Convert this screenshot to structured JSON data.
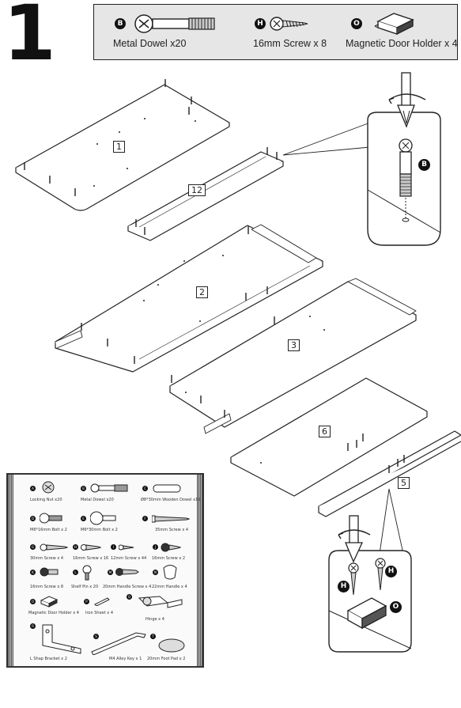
{
  "step": {
    "number": "1"
  },
  "parts_needed": [
    {
      "letter": "B",
      "label": "Metal Dowel x20",
      "icon": "metal-dowel-icon"
    },
    {
      "letter": "H",
      "label": "16mm Screw x 8",
      "icon": "screw-icon"
    },
    {
      "letter": "O",
      "label": "Magnetic Door Holder x 4",
      "icon": "magnetic-holder-icon"
    }
  ],
  "panel_labels": [
    "1",
    "12",
    "2",
    "3",
    "6",
    "5"
  ],
  "detail_labels": {
    "dowel_detail": "B",
    "screw_detail_left": "H",
    "screw_detail_right": "H",
    "holder_detail": "O"
  },
  "hardware_legend": [
    {
      "letter": "A",
      "label": "Locking Nut x20"
    },
    {
      "letter": "B",
      "label": "Metal Dowel x20"
    },
    {
      "letter": "C",
      "label": "Ø8*30mm Wooden Dowel x16"
    },
    {
      "letter": "D",
      "label": "M6*16mm Bolt x 2"
    },
    {
      "letter": "E",
      "label": "M6*30mm Bolt x 2"
    },
    {
      "letter": "F",
      "label": "35mm Screw x 4"
    },
    {
      "letter": "G",
      "label": "30mm Screw x 4"
    },
    {
      "letter": "H",
      "label": "16mm Screw x 16"
    },
    {
      "letter": "I",
      "label": "12mm Screw x 44"
    },
    {
      "letter": "J",
      "label": "16mm Screw x 2"
    },
    {
      "letter": "K",
      "label": "16mm Screw x 8"
    },
    {
      "letter": "L",
      "label": "Shelf Pin x 20"
    },
    {
      "letter": "M",
      "label": "20mm Handle Screw x 4"
    },
    {
      "letter": "N",
      "label": "22mm Handle x 4"
    },
    {
      "letter": "O",
      "label": "Magnetic Door Holder x 4"
    },
    {
      "letter": "P",
      "label": "Iron Sheet x 4"
    },
    {
      "letter": "Q",
      "label": "Hinge x 4"
    },
    {
      "letter": "R",
      "label": "L Shap Bracket x 2"
    },
    {
      "letter": "S",
      "label": "M4 Alley Key x 1"
    },
    {
      "letter": "T",
      "label": "20mm Foot Pad x 2"
    }
  ]
}
